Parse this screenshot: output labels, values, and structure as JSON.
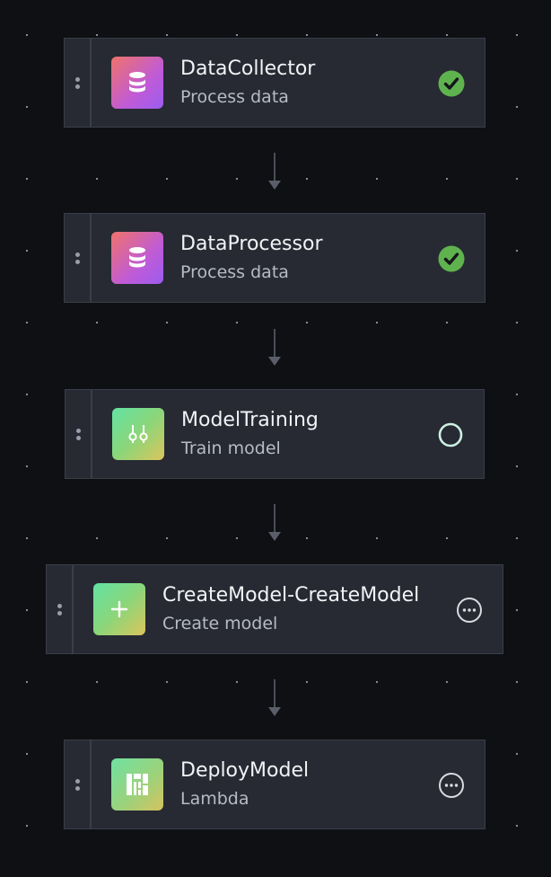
{
  "nodes": [
    {
      "title": "DataCollector",
      "subtitle": "Process data",
      "icon": "database-icon",
      "status": "success"
    },
    {
      "title": "DataProcessor",
      "subtitle": "Process data",
      "icon": "database-icon",
      "status": "success"
    },
    {
      "title": "ModelTraining",
      "subtitle": "Train model",
      "icon": "sliders-icon",
      "status": "pending"
    },
    {
      "title": "CreateModel-CreateModel",
      "subtitle": "Create model",
      "icon": "plus-icon",
      "status": "waiting"
    },
    {
      "title": "DeployModel",
      "subtitle": "Lambda",
      "icon": "lambda-icon",
      "status": "waiting"
    }
  ],
  "colors": {
    "background": "#0f1014",
    "node": "#272a33",
    "success": "#5fb34f",
    "pending_ring": "#cdf0e0",
    "connector": "#5a5e68"
  }
}
